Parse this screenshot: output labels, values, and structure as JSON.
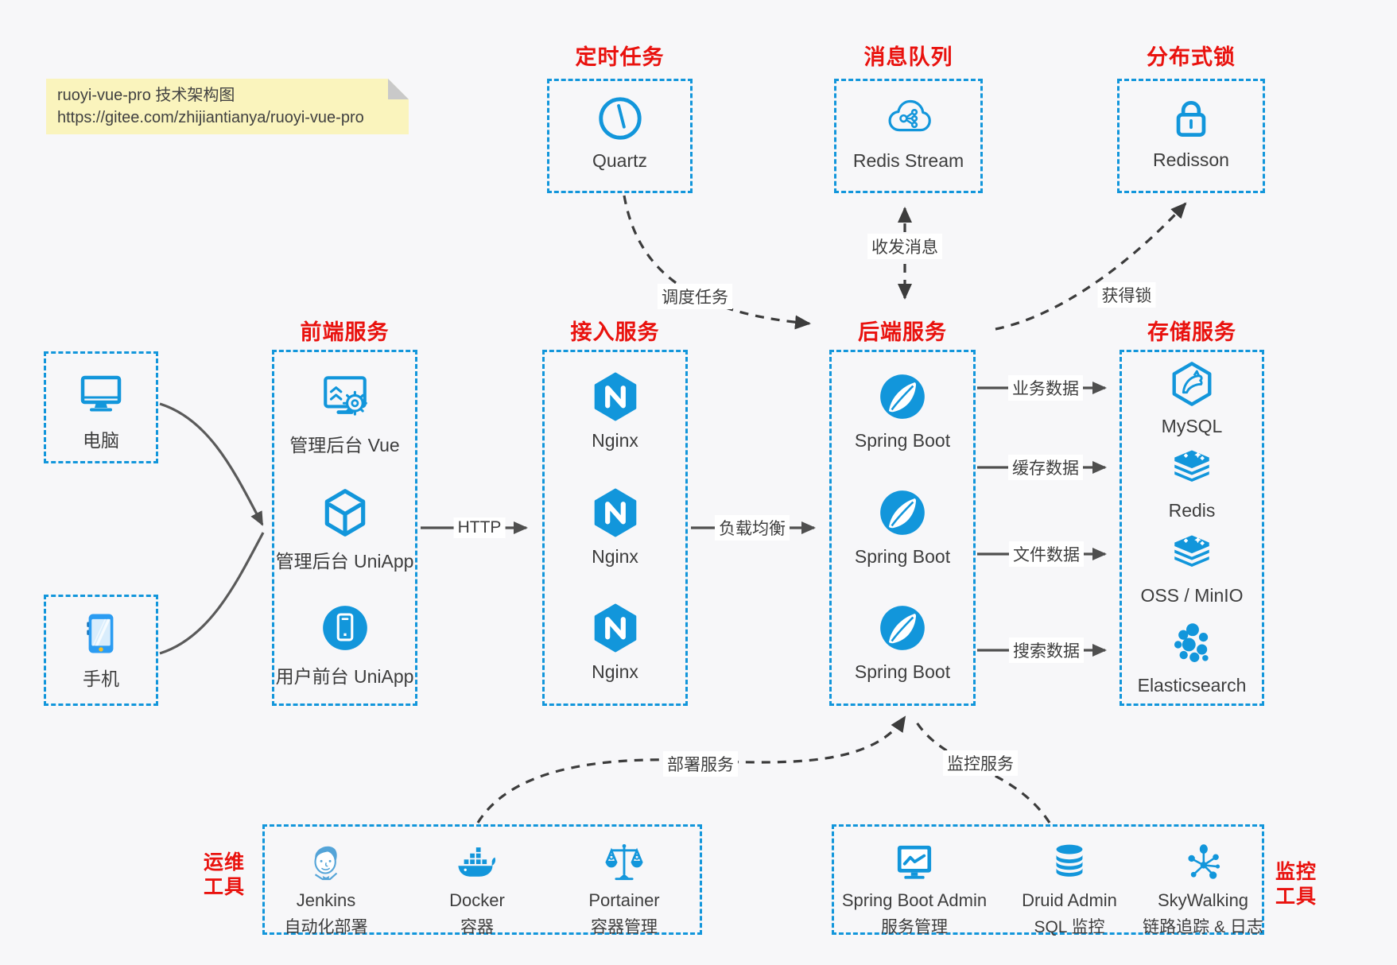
{
  "note": {
    "line1": "ruoyi-vue-pro 技术架构图",
    "line2": "https://gitee.com/zhijiantianya/ruoyi-vue-pro"
  },
  "colors": {
    "accent_blue": "#1296db",
    "title_red": "#e9120e",
    "note_yellow": "#faf4bd",
    "background": "#f7f7f9",
    "arrow_solid": "#4f4f4f",
    "arrow_dashed": "#3c3c3c"
  },
  "groups": {
    "scheduled": {
      "title": "定时任务",
      "item": {
        "icon": "clock-icon",
        "label": "Quartz"
      }
    },
    "mq": {
      "title": "消息队列",
      "item": {
        "icon": "cloud-stream-icon",
        "label": "Redis Stream"
      }
    },
    "lock": {
      "title": "分布式锁",
      "item": {
        "icon": "lock-icon",
        "label": "Redisson"
      }
    }
  },
  "clients": {
    "pc": {
      "icon": "desktop-icon",
      "label": "电脑"
    },
    "mobile": {
      "icon": "smartphone-icon",
      "label": "手机"
    }
  },
  "frontend": {
    "title": "前端服务",
    "items": [
      {
        "icon": "admin-vue-icon",
        "label": "管理后台 Vue"
      },
      {
        "icon": "uniapp-cube-icon",
        "label": "管理后台 UniApp"
      },
      {
        "icon": "mobile-circle-icon",
        "label": "用户前台 UniApp"
      }
    ]
  },
  "gateway": {
    "title": "接入服务",
    "items": [
      {
        "icon": "nginx-icon",
        "label": "Nginx"
      },
      {
        "icon": "nginx-icon",
        "label": "Nginx"
      },
      {
        "icon": "nginx-icon",
        "label": "Nginx"
      }
    ]
  },
  "backend": {
    "title": "后端服务",
    "items": [
      {
        "icon": "spring-icon",
        "label": "Spring Boot"
      },
      {
        "icon": "spring-icon",
        "label": "Spring Boot"
      },
      {
        "icon": "spring-icon",
        "label": "Spring Boot"
      }
    ]
  },
  "storage": {
    "title": "存储服务",
    "items": [
      {
        "icon": "mysql-icon",
        "label": "MySQL"
      },
      {
        "icon": "redis-stack-icon",
        "label": "Redis"
      },
      {
        "icon": "redis-stack-icon",
        "label": "OSS / MinIO"
      },
      {
        "icon": "elasticsearch-icon",
        "label": "Elasticsearch"
      }
    ]
  },
  "ops": {
    "title_line1": "运维",
    "title_line2": "工具",
    "items": [
      {
        "icon": "jenkins-icon",
        "name": "Jenkins",
        "desc": "自动化部署"
      },
      {
        "icon": "docker-icon",
        "name": "Docker",
        "desc": "容器"
      },
      {
        "icon": "portainer-icon",
        "name": "Portainer",
        "desc": "容器管理"
      }
    ]
  },
  "monitoring": {
    "title_line1": "监控",
    "title_line2": "工具",
    "items": [
      {
        "icon": "sba-icon",
        "name": "Spring Boot Admin",
        "desc": "服务管理"
      },
      {
        "icon": "druid-icon",
        "name": "Druid Admin",
        "desc": "SQL 监控"
      },
      {
        "icon": "skywalking-icon",
        "name": "SkyWalking",
        "desc": "链路追踪 & 日志"
      }
    ]
  },
  "edges": {
    "http": "HTTP",
    "load_balance": "负载均衡",
    "schedule": "调度任务",
    "message": "收发消息",
    "acquire_lock": "获得锁",
    "business_data": "业务数据",
    "cache_data": "缓存数据",
    "file_data": "文件数据",
    "search_data": "搜索数据",
    "deploy": "部署服务",
    "monitor": "监控服务"
  }
}
